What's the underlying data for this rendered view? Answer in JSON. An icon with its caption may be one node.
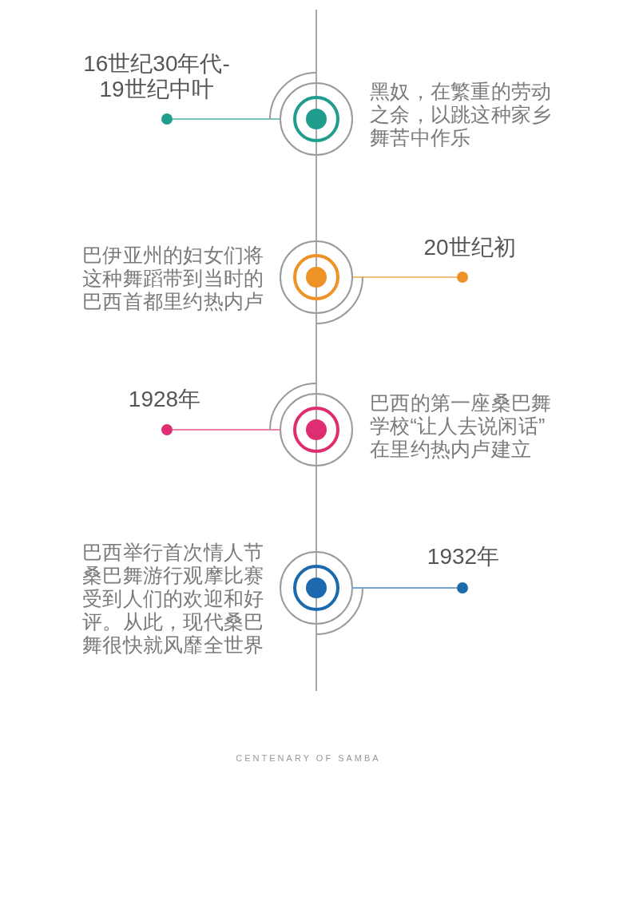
{
  "diagram": {
    "caption": "CENTENARY OF SAMBA",
    "nodes": [
      {
        "text": [],
        "shape": "circle",
        "beside": [
          "16世纪30年代-19世纪中叶"
        ]
      },
      {
        "text": [],
        "shape": "circle",
        "beside": [
          "黑奴，在繁重的劳动之余，以跳这种家乡舞苦中作乐"
        ]
      },
      {
        "text": [],
        "shape": "circle",
        "beside": [
          "巴伊亚州的妇女们将这种舞蹈带到当时的巴西首都里约热内卢"
        ]
      },
      {
        "text": [],
        "shape": "circle",
        "beside": [
          "20世纪初"
        ]
      },
      {
        "text": [],
        "shape": "circle",
        "beside": [
          "1928年"
        ]
      },
      {
        "text": [],
        "shape": "circle",
        "beside": [
          "巴西的第一座桑巴舞学校“让人去说闲话”在里约热内卢建立"
        ]
      },
      {
        "text": [],
        "shape": "circle",
        "beside": [
          "巴西举行首次情人节桑巴舞游行观摩比赛受到人们的欢迎和好评。从此，现代桑巴舞很快就风靡全世界"
        ]
      },
      {
        "text": [],
        "shape": "circle",
        "beside": [
          "1932年"
        ]
      }
    ],
    "edges": [
      {
        "from": 1,
        "to": 0,
        "arrow": "none",
        "color": "#7ac4bb"
      },
      {
        "from": 2,
        "to": 3,
        "arrow": "none",
        "color": "#f5bd7d"
      },
      {
        "from": 5,
        "to": 4,
        "arrow": "none",
        "color": "#eb81a9"
      },
      {
        "from": 6,
        "to": 7,
        "arrow": "none",
        "color": "#77a5ce"
      }
    ]
  }
}
